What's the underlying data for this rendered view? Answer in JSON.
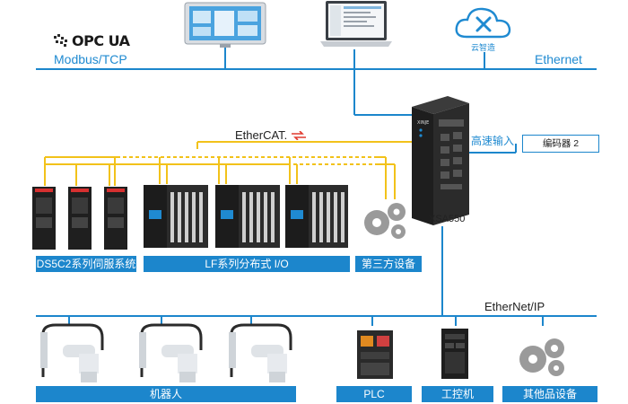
{
  "network": {
    "opc_label": "OPC UA",
    "modbus_label": "Modbus/TCP",
    "ethernet_label": "Ethernet",
    "ethercat_label": "EtherCAT.",
    "ethernetip_label": "EtherNet/IP",
    "cloud_label": "云智造"
  },
  "controller": {
    "name": "XSA550",
    "highspeed_input": "高速输入",
    "encoder_label": "编码器 2"
  },
  "top_bar_labels": {
    "servo": "DS5C2系列伺服系统",
    "io": "LF系列分布式 I/O",
    "third_party": "第三方设备"
  },
  "bottom_bar_labels": {
    "robot": "机器人",
    "plc": "PLC",
    "ipc": "工控机",
    "other": "其他品设备"
  },
  "colors": {
    "blue_line": "#1c86cc",
    "yellow_line": "#f2c21a",
    "device_dark": "#2b2b2b"
  },
  "icons": [
    "hmi-panel-icon",
    "laptop-icon",
    "cloud-icon",
    "servo-drive-icon",
    "io-module-icon",
    "gear-icon",
    "scara-robot-icon",
    "plc-icon",
    "ipc-icon"
  ]
}
